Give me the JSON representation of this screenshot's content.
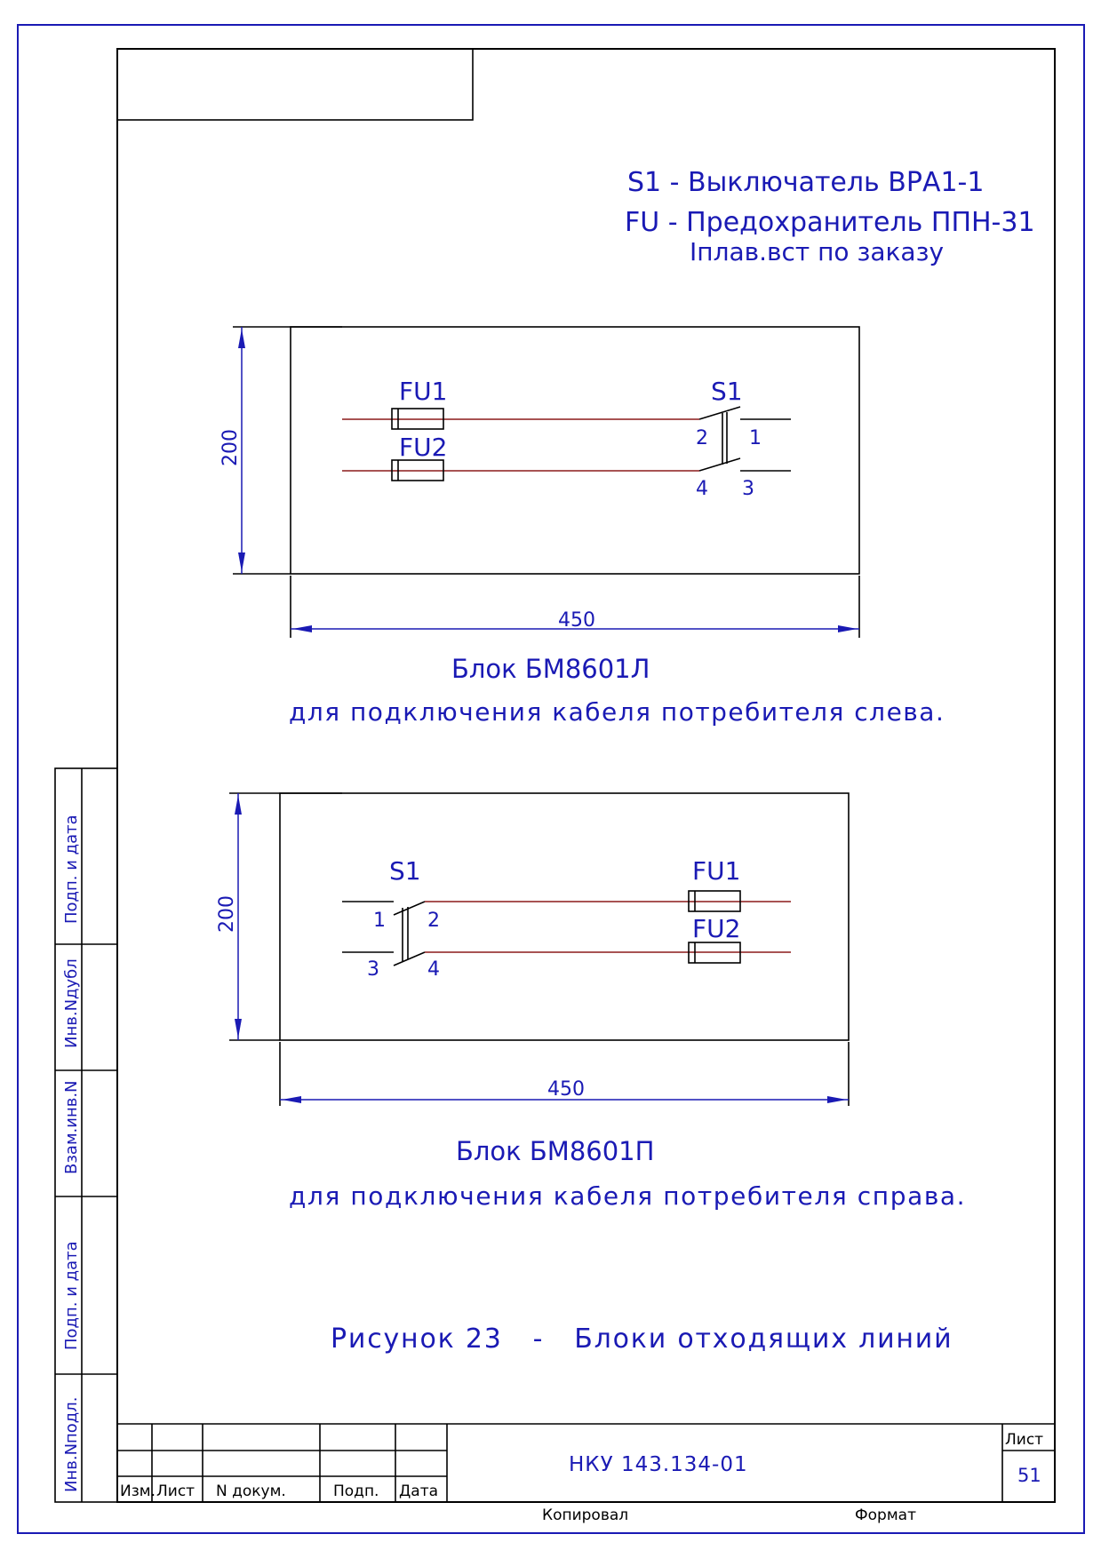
{
  "legend": {
    "line1": "S1 - Выключатель ВРА1-1",
    "line2": "FU - Предохранитель ППН-31",
    "line3": "Iплав.вст по заказу"
  },
  "block_left": {
    "dim_height": "200",
    "dim_width": "450",
    "fu1": "FU1",
    "fu2": "FU2",
    "s1": "S1",
    "pin1": "1",
    "pin2": "2",
    "pin3": "3",
    "pin4": "4",
    "title": "Блок БМ8601Л",
    "subtitle": "для подключения кабеля потребителя слева."
  },
  "block_right": {
    "dim_height": "200",
    "dim_width": "450",
    "fu1": "FU1",
    "fu2": "FU2",
    "s1": "S1",
    "pin1": "1",
    "pin2": "2",
    "pin3": "3",
    "pin4": "4",
    "title": "Блок БМ8601П",
    "subtitle": "для подключения кабеля потребителя справа."
  },
  "figure_caption": "Рисунок 23   -   Блоки отходящих линий",
  "side_stamps": [
    "Подп. и дата",
    "Инв.Nдубл",
    "Взам.инв.N",
    "Подп. и дата",
    "Инв.Nподл."
  ],
  "title_block": {
    "col_izm": "Изм.",
    "col_list": "Лист",
    "col_ndoc": "N докум.",
    "col_podp": "Подп.",
    "col_data": "Дата",
    "doc_code": "НКУ 143.134-01",
    "sheet_label": "Лист",
    "sheet_number": "51"
  },
  "footer": {
    "copied": "Копировал",
    "format": "Формат"
  }
}
